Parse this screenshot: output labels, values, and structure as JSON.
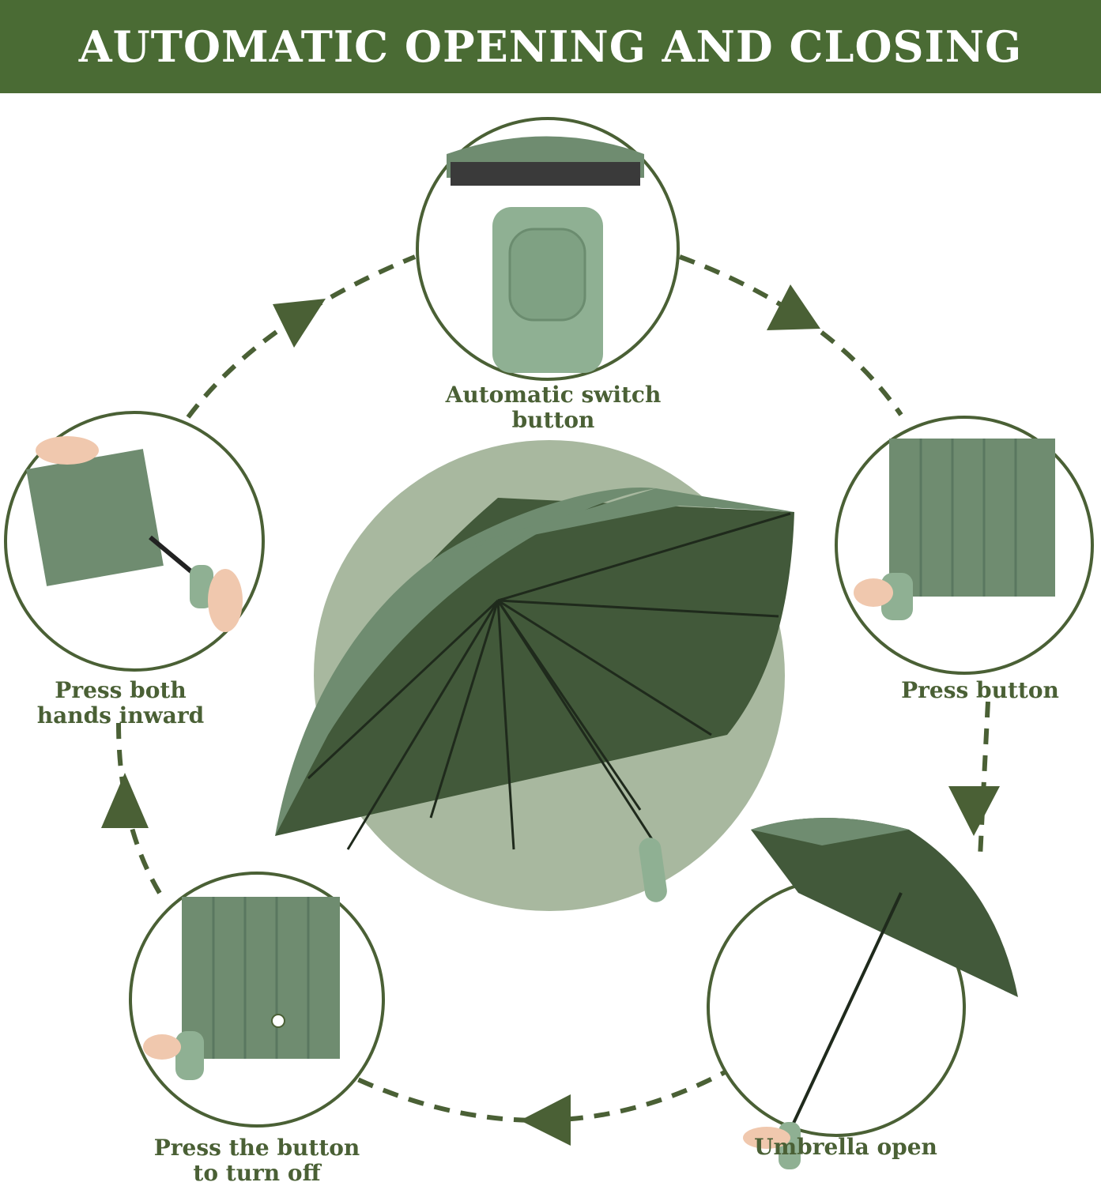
{
  "banner": {
    "title": "AUTOMATIC OPENING AND CLOSING"
  },
  "colors": {
    "banner": "#4a6b34",
    "ring": "#4a6035",
    "arrow": "#4a6035",
    "canopy_dark": "#42593a",
    "canopy_light": "#6f8c70",
    "handle": "#8fb093",
    "backdrop": "#a8b89f"
  },
  "steps": [
    {
      "label_line1": "Automatic switch",
      "label_line2": "button",
      "icon": "switch-button-closeup"
    },
    {
      "label_line1": "Press button",
      "label_line2": "",
      "icon": "closed-umbrella-press"
    },
    {
      "label_line1": "Umbrella open",
      "label_line2": "",
      "icon": "open-umbrella"
    },
    {
      "label_line1": "Press the button",
      "label_line2": "to turn off",
      "icon": "closed-umbrella-turn-off"
    },
    {
      "label_line1": "Press both",
      "label_line2": "hands inward",
      "icon": "hands-folding-umbrella"
    }
  ]
}
